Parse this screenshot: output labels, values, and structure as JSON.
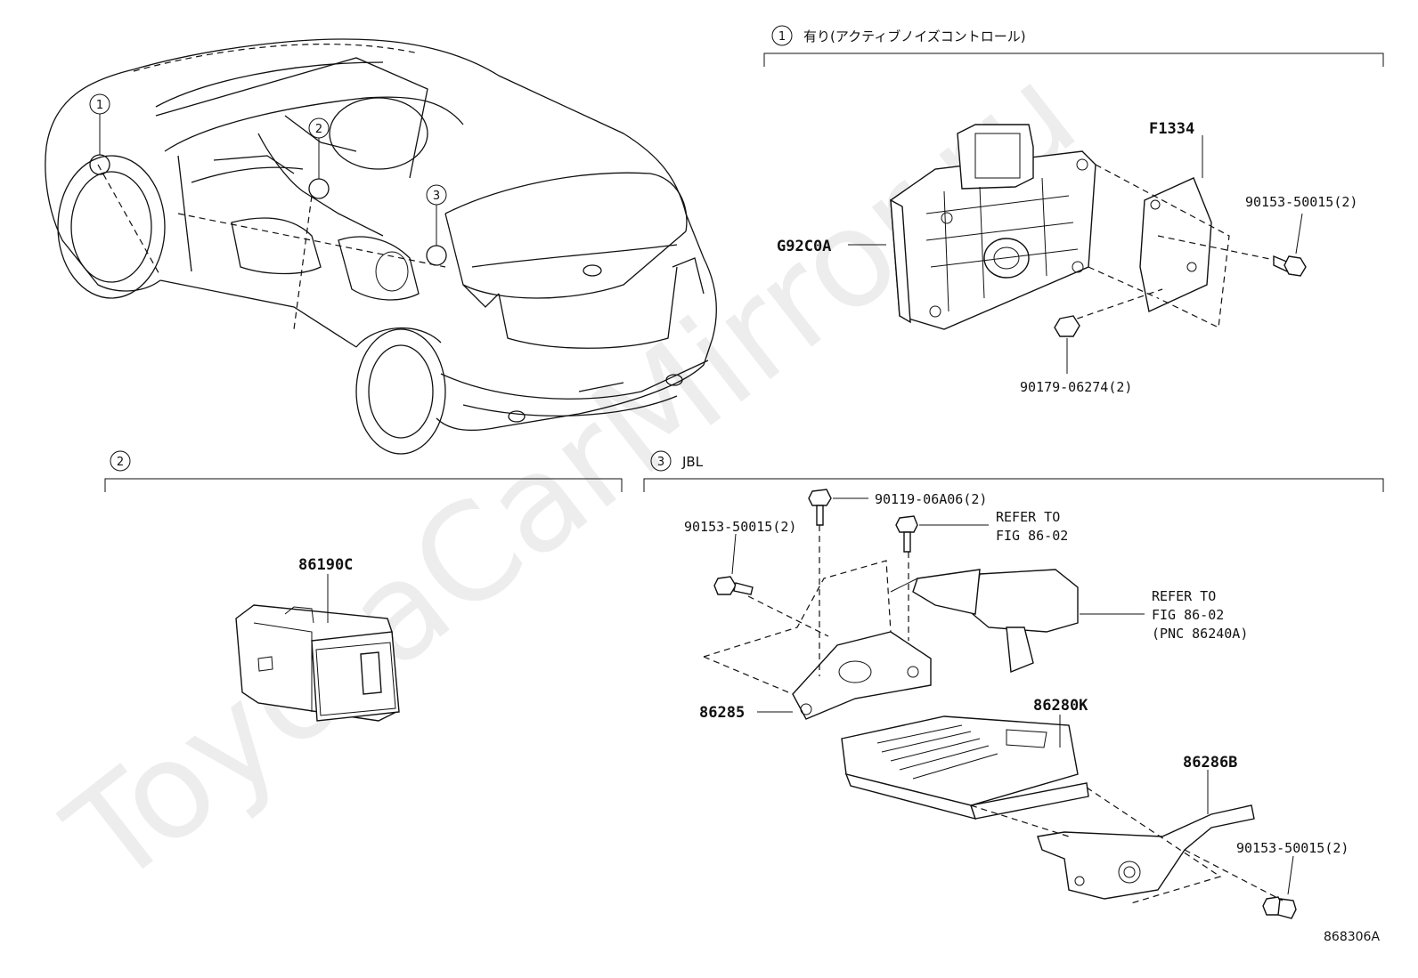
{
  "watermark": "ToyotaCarMirror.ru",
  "figure_code": "868306A",
  "sections": {
    "s1": {
      "num": "1",
      "title": "有り(アクティブノイズコントロール)"
    },
    "s2": {
      "num": "2",
      "title": ""
    },
    "s3": {
      "num": "3",
      "title": "JBL"
    }
  },
  "car_callouts": [
    "1",
    "2",
    "3"
  ],
  "labels": {
    "g92c0a": "G92C0A",
    "f1334": "F1334",
    "bolt_90153_a": "90153-50015(2)",
    "nut_90179": "90179-06274(2)",
    "p86190c": "86190C",
    "bolt_90119": "90119-06A06(2)",
    "bolt_90153_b": "90153-50015(2)",
    "refer1_l1": "REFER TO",
    "refer1_l2": "FIG 86-02",
    "refer2_l1": "REFER TO",
    "refer2_l2": "FIG 86-02",
    "refer2_l3": "(PNC 86240A)",
    "p86285": "86285",
    "p86280k": "86280K",
    "p86286b": "86286B",
    "bolt_90153_c": "90153-50015(2)"
  }
}
